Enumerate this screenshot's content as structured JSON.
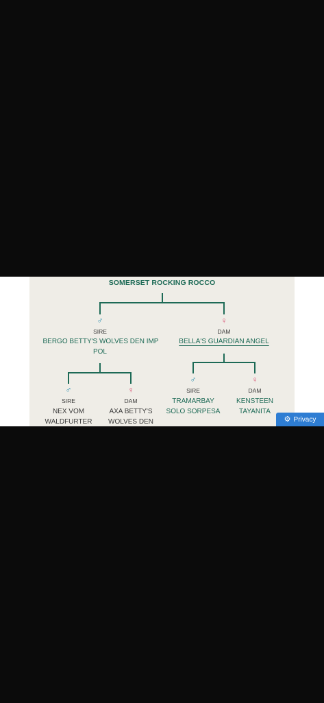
{
  "pedigree": {
    "title": "SOMERSET ROCKING ROCCO",
    "sire": {
      "symbol": "♂",
      "role": "SIRE",
      "name_line1": "BERGO BETTY'S WOLVES DEN IMP",
      "name_line2": "POL",
      "sire": {
        "symbol": "♂",
        "role": "SIRE",
        "name_line1": "NEX VOM",
        "name_line2": "WALDFURTER"
      },
      "dam": {
        "symbol": "♀",
        "role": "DAM",
        "name_line1": "AXA BETTY'S",
        "name_line2": "WOLVES DEN"
      }
    },
    "dam": {
      "symbol": "♀",
      "role": "DAM",
      "name": "BELLA'S GUARDIAN ANGEL",
      "sire": {
        "symbol": "♂",
        "role": "SIRE",
        "name_line1": "TRAMARBAY",
        "name_line2": "SOLO SORPESA"
      },
      "dam": {
        "symbol": "♀",
        "role": "DAM",
        "name_line1": "KENSTEEN",
        "name_line2": "TAYANITA"
      }
    }
  },
  "privacy": {
    "label": "Privacy",
    "icon": "gear-icon"
  },
  "colors": {
    "line": "#1d6a56",
    "male": "#2a8fb0",
    "female": "#d84b6e",
    "privacy_bg": "#2e7dd3"
  }
}
